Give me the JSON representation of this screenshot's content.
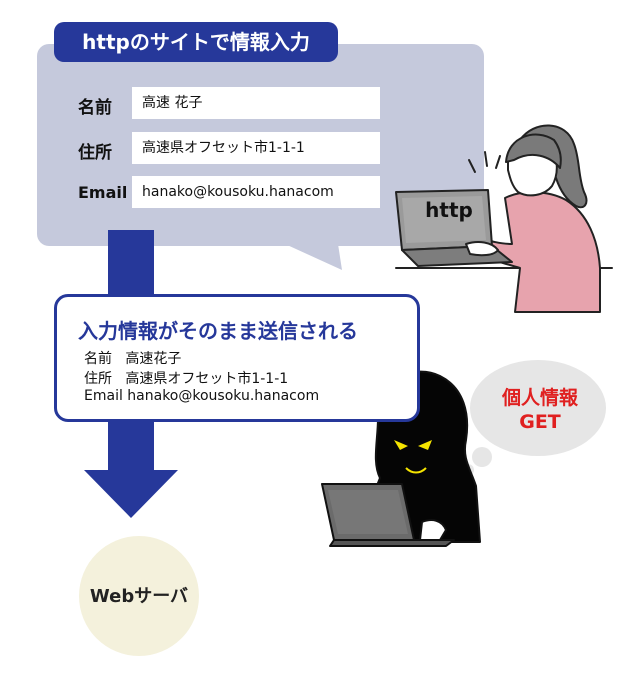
{
  "form_panel": {
    "title": "httpのサイトで情報入力",
    "fields": [
      {
        "label": "名前",
        "value": "高速 花子"
      },
      {
        "label": "住所",
        "value": "高速県オフセット市1-1-1"
      },
      {
        "label": "Email",
        "value": "hanako@kousoku.hanacom"
      }
    ]
  },
  "laptop_label": "http",
  "sent_box": {
    "title": "入力情報がそのまま送信される",
    "lines": [
      "名前   高速花子",
      "住所   高速県オフセット市1-1-1",
      "Email hanako@kousoku.hanacom"
    ]
  },
  "hacker_thought": {
    "line1": "個人情報",
    "line2": "GET"
  },
  "server_label": "Webサーバ",
  "colors": {
    "panel": "#c5c9dc",
    "accent": "#26389a",
    "arrow": "#26389a",
    "server": "#f4f1dc",
    "thought": "#e6e6e6",
    "alert_text": "#e02020"
  }
}
